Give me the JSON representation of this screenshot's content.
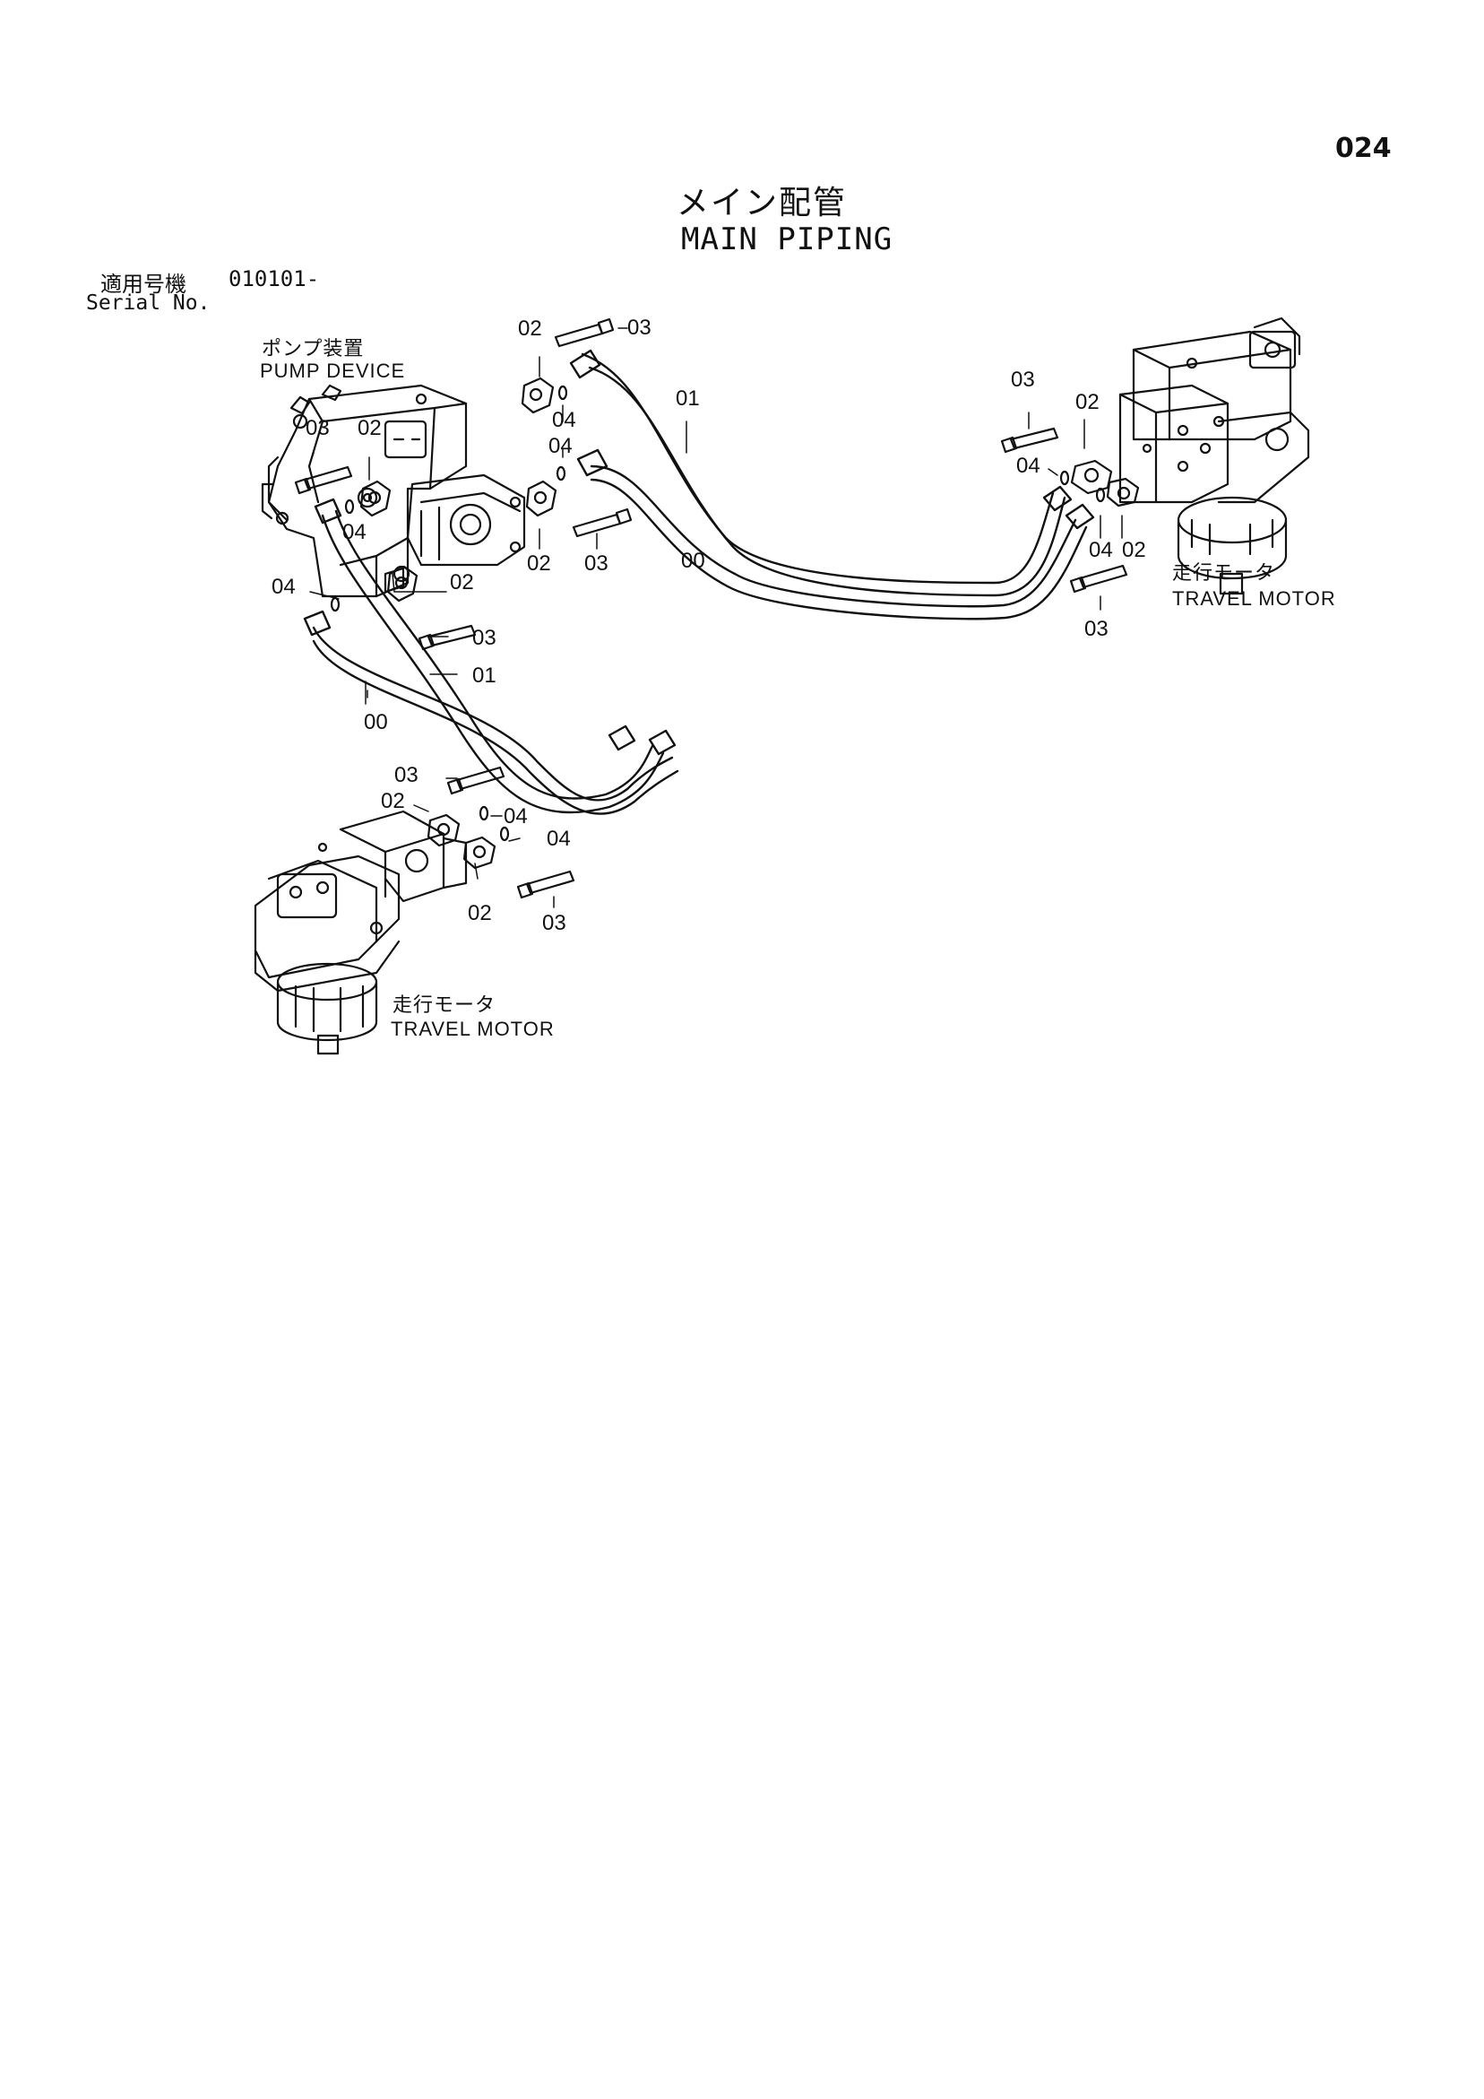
{
  "page": {
    "page_number": "024",
    "title_jp": "メイン配管",
    "title_en": "MAIN PIPING",
    "serial_label_jp": "適用号機",
    "serial_value": "010101-",
    "serial_label_en": "Serial No."
  },
  "components": {
    "pump_device_jp": "ポンプ装置",
    "pump_device_en": "PUMP DEVICE",
    "travel_motor_right_jp": "走行モータ",
    "travel_motor_right_en": "TRAVEL MOTOR",
    "travel_motor_left_jp": "走行モータ",
    "travel_motor_left_en": "TRAVEL MOTOR"
  },
  "callouts": {
    "c01": "02",
    "c02": "03",
    "c03": "04",
    "c04": "01",
    "c05": "04",
    "c06": "03",
    "c07": "02",
    "c08": "04",
    "c09": "02",
    "c10": "03",
    "c11": "00",
    "c12": "04",
    "c13": "02",
    "c14": "03",
    "c15": "01",
    "c16": "00",
    "c17": "03",
    "c18": "04",
    "c19": "02",
    "c20": "04",
    "c21": "02",
    "c22": "03",
    "c23": "03",
    "c24": "02",
    "c25": "04",
    "c26": "04",
    "c27": "02",
    "c28": "03"
  }
}
